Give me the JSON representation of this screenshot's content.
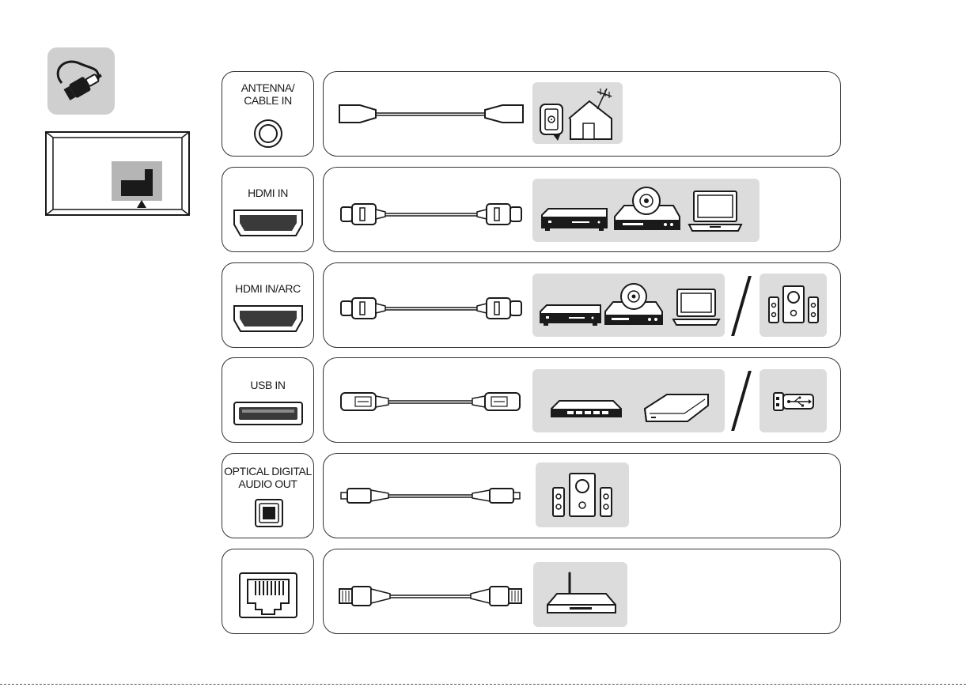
{
  "header": {
    "icon": "cable-plug-icon",
    "tv_diagram_icon": "tv-rear-panel-icon"
  },
  "rows": [
    {
      "port_label": "ANTENNA/\nCABLE IN",
      "port_icon": "coaxial-port-icon",
      "cable_icon": "coaxial-cable-icon",
      "devices": [
        "antenna-house-icon"
      ]
    },
    {
      "port_label": "HDMI IN",
      "port_icon": "hdmi-port-icon",
      "cable_icon": "hdmi-cable-icon",
      "devices": [
        "set-top-box-icon",
        "dvd-player-icon",
        "laptop-icon"
      ]
    },
    {
      "port_label": "HDMI IN/ARC",
      "port_icon": "hdmi-port-icon",
      "cable_icon": "hdmi-cable-icon",
      "devices": [
        "set-top-box-icon",
        "dvd-player-icon",
        "laptop-icon"
      ],
      "alt_devices": [
        "speaker-system-icon"
      ]
    },
    {
      "port_label": "USB IN",
      "port_icon": "usb-port-icon",
      "cable_icon": "usb-cable-icon",
      "devices": [
        "hdd-enclosure-icon",
        "portable-drive-icon"
      ],
      "alt_devices": [
        "usb-stick-icon"
      ]
    },
    {
      "port_label": "OPTICAL DIGITAL\nAUDIO OUT",
      "port_icon": "optical-port-icon",
      "cable_icon": "optical-cable-icon",
      "devices": [
        "speaker-system-icon"
      ]
    },
    {
      "port_label": "",
      "port_icon": "ethernet-port-icon",
      "cable_icon": "ethernet-cable-icon",
      "devices": [
        "router-icon"
      ]
    }
  ],
  "colors": {
    "panel_gray": "#dcdcdc",
    "stroke": "#1a1a1a",
    "icon_bg": "#cfcfcf"
  }
}
